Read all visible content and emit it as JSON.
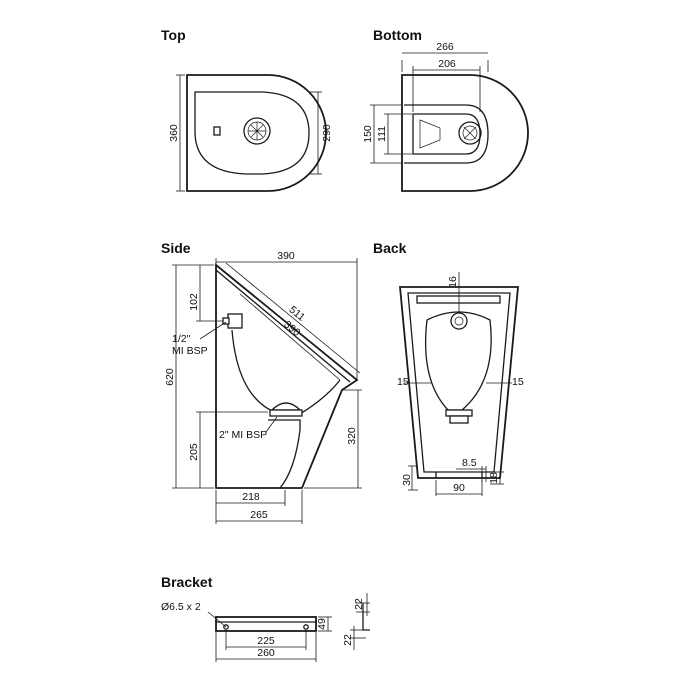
{
  "views": {
    "top": {
      "title": "Top",
      "dims": {
        "depth": "360",
        "inner": "290"
      }
    },
    "bottom": {
      "title": "Bottom",
      "dims": {
        "outer_width": "266",
        "inner_width": "206",
        "outer_height": "150",
        "inner_height": "111"
      }
    },
    "side": {
      "title": "Side",
      "dims": {
        "top_width": "390",
        "slope_outer": "511",
        "slope_inner": "390",
        "height": "620",
        "inlet_height": "102",
        "outlet_height": "205",
        "front_height": "320",
        "base_depth": "218",
        "overall_depth": "265"
      },
      "labels": {
        "inlet": "1/2\"",
        "inlet_thread": "MI BSP",
        "outlet": "2\" MI BSP"
      }
    },
    "back": {
      "title": "Back",
      "dims": {
        "top_offset": "16",
        "angle_left": "15",
        "angle_right": "15",
        "gap": "8.5",
        "base_width": "90",
        "base_height": "30",
        "side_offset": "18"
      }
    },
    "bracket": {
      "title": "Bracket",
      "dims": {
        "holes": "Ø6.5 x 2",
        "hole_spacing": "225",
        "length": "260",
        "height": "49",
        "flange_top": "22",
        "flange_bottom": "22"
      }
    }
  }
}
